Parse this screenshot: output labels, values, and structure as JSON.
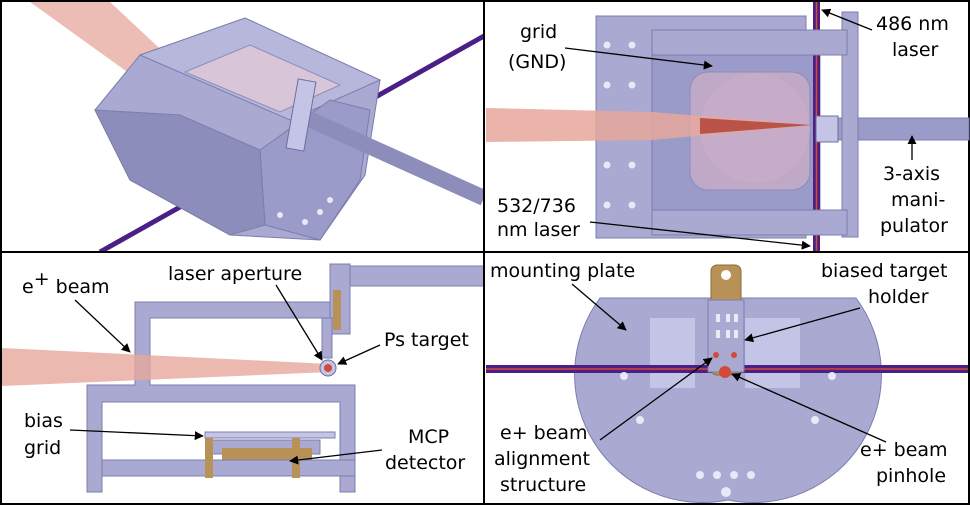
{
  "colors": {
    "steel": "#a9a9d2",
    "steel_dark": "#8d8dbb",
    "steel_light": "#c4c4e6",
    "laser_purple": "#4b1f86",
    "laser_red": "#d24a3a",
    "beam_pink": "#e6a79c",
    "brass": "#b79155",
    "border": "#000000"
  },
  "panels": {
    "top_right": {
      "grid_label_1": "grid",
      "grid_label_2": "(GND)",
      "laser486_1": "486 nm",
      "laser486_2": "laser",
      "laser532_1": "532/736",
      "laser532_2": "nm laser",
      "manip_1": "3-axis",
      "manip_2": "mani-",
      "manip_3": "pulator"
    },
    "bottom_left": {
      "beam_label": "e",
      "beam_sup": "+",
      "beam_rest": " beam",
      "aperture": "laser aperture",
      "ps_target": "Ps target",
      "bias_1": "bias",
      "bias_2": "grid",
      "mcp_1": "MCP",
      "mcp_2": "detector"
    },
    "bottom_right": {
      "mounting_plate": "mounting plate",
      "biased_1": "biased target",
      "biased_2": "holder",
      "align_1": "e+ beam",
      "align_2": "alignment",
      "align_3": "structure",
      "pinhole_1": "e+ beam",
      "pinhole_2": "pinhole"
    }
  }
}
